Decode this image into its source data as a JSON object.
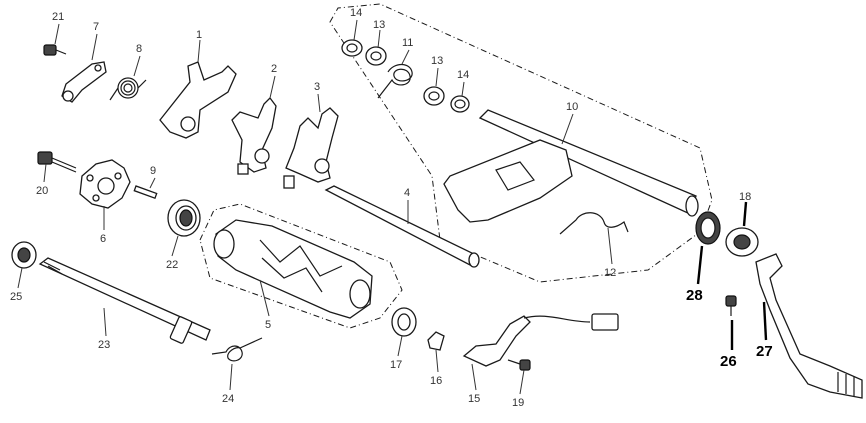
{
  "diagram": {
    "callouts": [
      {
        "id": "c1",
        "label": "1"
      },
      {
        "id": "c2",
        "label": "2"
      },
      {
        "id": "c3",
        "label": "3"
      },
      {
        "id": "c4",
        "label": "4"
      },
      {
        "id": "c5",
        "label": "5"
      },
      {
        "id": "c6",
        "label": "6"
      },
      {
        "id": "c7",
        "label": "7"
      },
      {
        "id": "c8",
        "label": "8"
      },
      {
        "id": "c9",
        "label": "9"
      },
      {
        "id": "c10",
        "label": "10"
      },
      {
        "id": "c11",
        "label": "11"
      },
      {
        "id": "c12",
        "label": "12"
      },
      {
        "id": "c13a",
        "label": "13"
      },
      {
        "id": "c13b",
        "label": "13"
      },
      {
        "id": "c14a",
        "label": "14"
      },
      {
        "id": "c14b",
        "label": "14"
      },
      {
        "id": "c15",
        "label": "15"
      },
      {
        "id": "c16",
        "label": "16"
      },
      {
        "id": "c17",
        "label": "17"
      },
      {
        "id": "c18",
        "label": "18"
      },
      {
        "id": "c19",
        "label": "19"
      },
      {
        "id": "c20",
        "label": "20"
      },
      {
        "id": "c21",
        "label": "21"
      },
      {
        "id": "c22",
        "label": "22"
      },
      {
        "id": "c23",
        "label": "23"
      },
      {
        "id": "c24",
        "label": "24"
      },
      {
        "id": "c25",
        "label": "25"
      },
      {
        "id": "c26",
        "label": "26"
      },
      {
        "id": "c27",
        "label": "27"
      },
      {
        "id": "c28",
        "label": "28"
      }
    ]
  }
}
